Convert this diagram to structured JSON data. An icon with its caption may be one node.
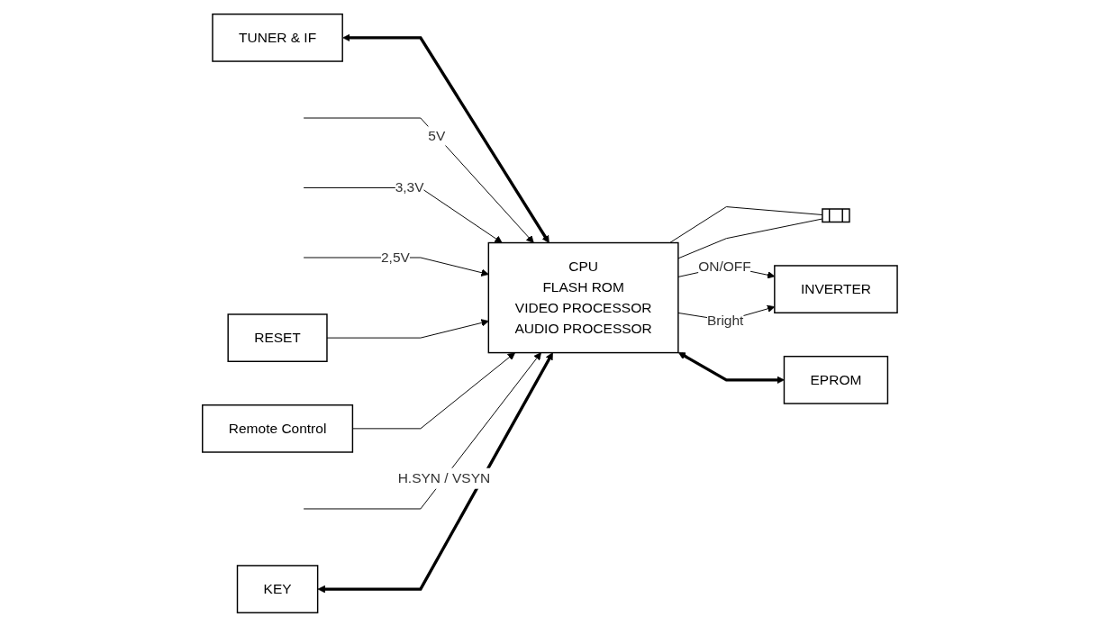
{
  "diagram": {
    "nodes": [
      {
        "text": [
          "TUNER & IF"
        ]
      },
      {
        "text": [
          "CPU",
          "FLASH ROM",
          "VIDEO PROCESSOR",
          "AUDIO PROCESSOR"
        ]
      },
      {
        "text": [
          "RESET"
        ]
      },
      {
        "text": [
          "Remote Control"
        ]
      },
      {
        "text": [
          "KEY"
        ]
      },
      {
        "text": [
          "INVERTER"
        ]
      },
      {
        "text": [
          "EPROM"
        ]
      },
      {
        "text": [],
        "shape": "crystal"
      }
    ],
    "edges": [
      {
        "from": 0,
        "to": 1,
        "arrow": "both",
        "style": "thick"
      },
      {
        "from": null,
        "to": 1,
        "arrow": "to",
        "label": "5V"
      },
      {
        "from": null,
        "to": 1,
        "arrow": "to",
        "label": "3,3V"
      },
      {
        "from": null,
        "to": 1,
        "arrow": "to",
        "label": "2,5V"
      },
      {
        "from": 2,
        "to": 1,
        "arrow": "to"
      },
      {
        "from": 3,
        "to": 1,
        "arrow": "to"
      },
      {
        "from": null,
        "to": 1,
        "arrow": "to",
        "label": "H.SYN / VSYN"
      },
      {
        "from": 4,
        "to": 1,
        "arrow": "both",
        "style": "thick"
      },
      {
        "from": 1,
        "to": 7,
        "arrow": "none"
      },
      {
        "from": 1,
        "to": 7,
        "arrow": "none"
      },
      {
        "from": 1,
        "to": 5,
        "arrow": "to",
        "label": "ON/OFF"
      },
      {
        "from": 1,
        "to": 5,
        "arrow": "to",
        "label": "Bright"
      },
      {
        "from": 1,
        "to": 6,
        "arrow": "both",
        "style": "thick"
      }
    ]
  }
}
